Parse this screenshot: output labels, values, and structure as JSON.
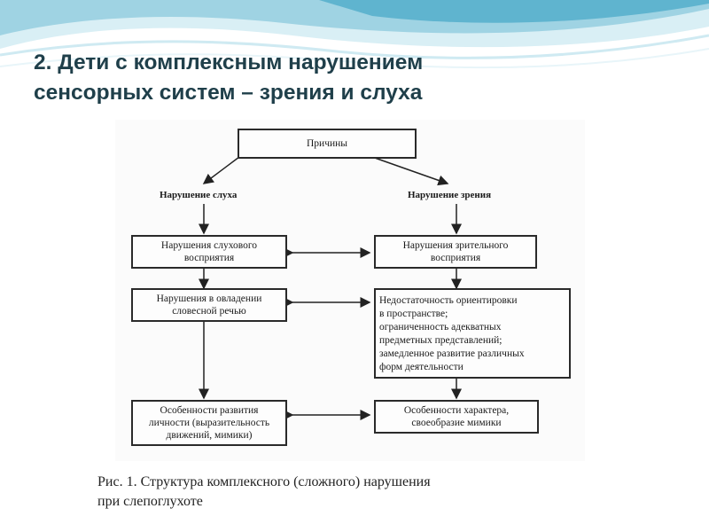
{
  "title": {
    "line1": "2. Дети с комплексным нарушением",
    "line2": "сенсорных систем – зрения и слуха"
  },
  "diagram": {
    "root": "Причины",
    "left_branch": "Нарушение слуха",
    "right_branch": "Нарушение зрения",
    "left_boxes": [
      [
        "Нарушения слухового",
        "восприятия"
      ],
      [
        "Нарушения в овладении",
        "словесной речью"
      ],
      [
        "Особенности развития",
        "личности (выразительность",
        "движений, мимики)"
      ]
    ],
    "right_boxes": [
      [
        "Нарушения зрительного",
        "восприятия"
      ],
      [
        "Недостаточность ориентировки",
        "в пространстве;",
        "ограниченность адекватных",
        "предметных представлений;",
        "замедленное развитие различных",
        "форм деятельности"
      ],
      [
        "Особенности характера,",
        "своеобразие мимики"
      ]
    ]
  },
  "caption": {
    "line1": "Рис. 1. Структура комплексного (сложного) нарушения",
    "line2": "при слепоглухоте"
  },
  "colors": {
    "title": "#1f3f4a",
    "swoosh_dark": "#5fb4cf",
    "swoosh_light": "#bfe3ee"
  }
}
